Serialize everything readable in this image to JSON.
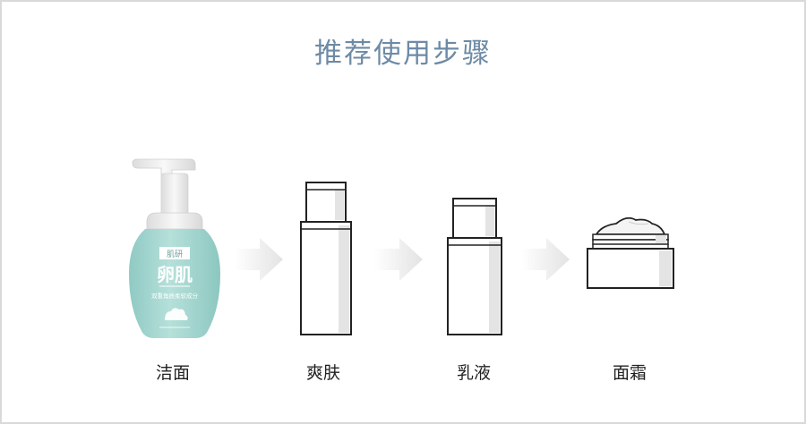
{
  "title": "推荐使用步骤",
  "steps": [
    {
      "label": "洁面",
      "icon": "foaming-cleanser-bottle-icon"
    },
    {
      "label": "爽肤",
      "icon": "toner-bottle-icon"
    },
    {
      "label": "乳液",
      "icon": "lotion-bottle-icon"
    },
    {
      "label": "面霜",
      "icon": "cream-jar-icon"
    }
  ],
  "cleanser": {
    "brand_mark": "肌研",
    "name": "卵肌",
    "subtitle": "双重角质柔软成分",
    "colors": {
      "body": "#a9d8d3",
      "pump": "#eeeeee",
      "label_bg": "#ffffff"
    }
  },
  "colors": {
    "title": "#6d8aa6",
    "arrow": "#e6e6e6",
    "outline": "#222222",
    "shade": "#e4e4e4"
  }
}
